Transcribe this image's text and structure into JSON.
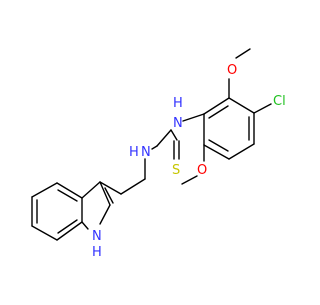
{
  "molecule": {
    "atom_labels": {
      "nh_upper": "N",
      "h_upper": "H",
      "nh_left": "N",
      "h_left": "H",
      "sulfur": "S",
      "chlorine": "Cl",
      "oxygen_top": "O",
      "oxygen_bottom": "O",
      "indole_n": "N",
      "indole_h": "H"
    },
    "colors": {
      "nitrogen": "#3333ff",
      "oxygen": "#ff0000",
      "sulfur": "#c6c600",
      "chlorine": "#1fc01f",
      "bond": "#000000"
    }
  }
}
